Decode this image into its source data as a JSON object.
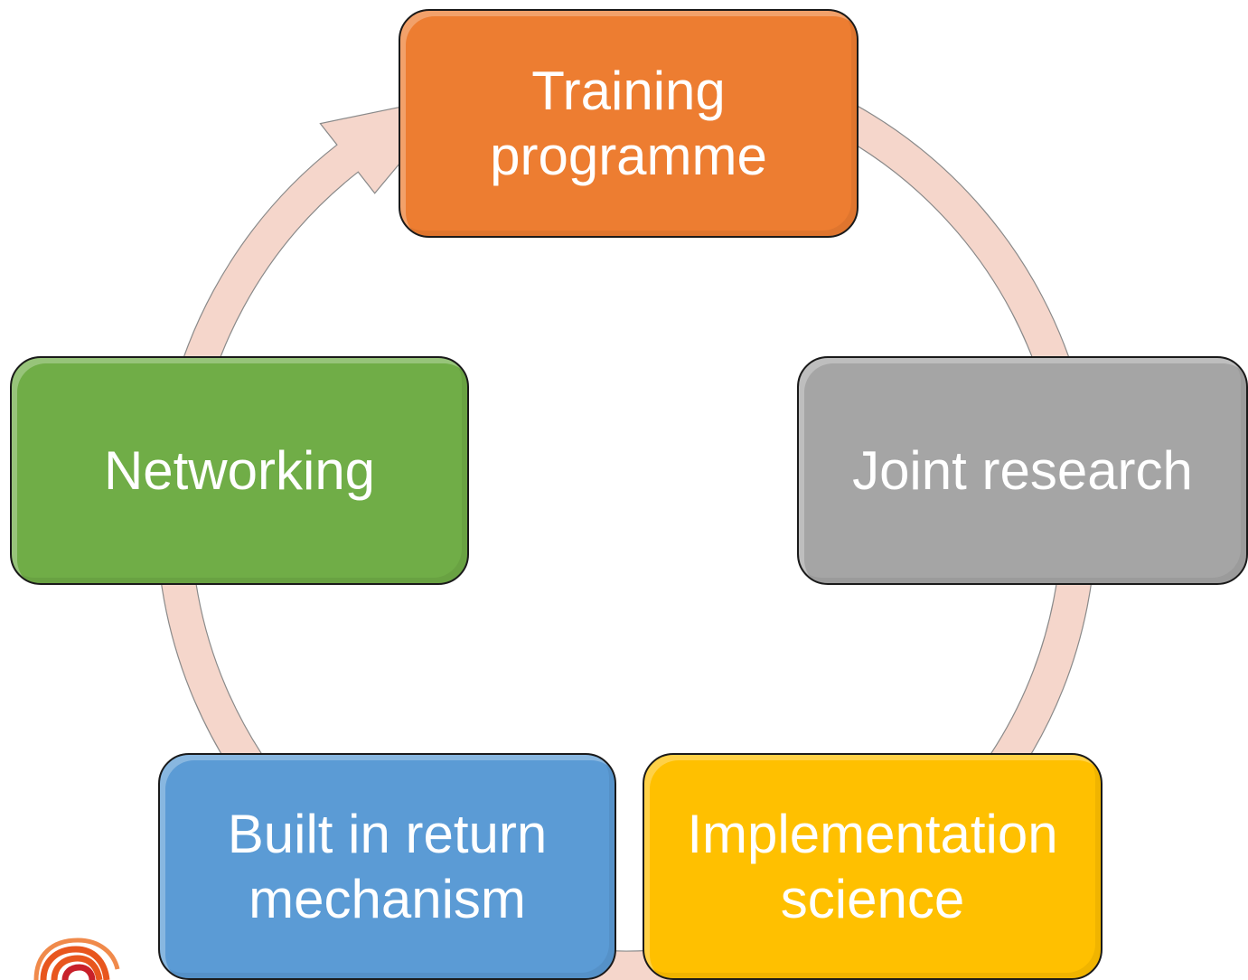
{
  "colors": {
    "ring_fill": "#f5d6cb",
    "ring_stroke": "#8a8a8a",
    "training": "#ed7d31",
    "joint": "#a5a5a5",
    "implementation": "#ffc000",
    "return": "#5b9bd5",
    "networking": "#70ad47",
    "logo_orange": "#e8561e",
    "logo_red": "#c8202a"
  },
  "nodes": {
    "training": {
      "label": "Training\nprogramme"
    },
    "joint": {
      "label": "Joint research"
    },
    "implementation": {
      "label": "Implementation\nscience"
    },
    "return": {
      "label": "Built in return\nmechanism"
    },
    "networking": {
      "label": "Networking"
    }
  },
  "icons": {
    "cycle_arrow": "circular-arrow-icon",
    "logo": "logo-icon"
  }
}
